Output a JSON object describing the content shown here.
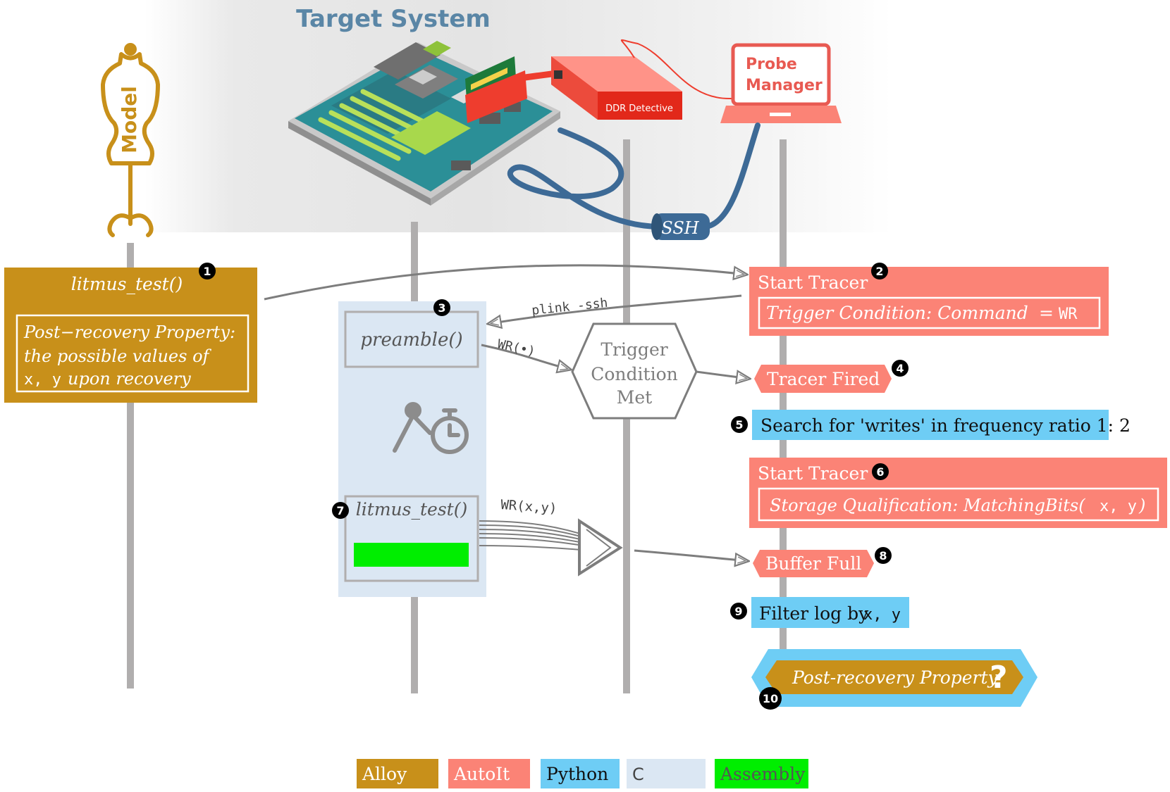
{
  "title": "Target System",
  "actors": {
    "model_label": "Model",
    "probe_manager_line1": "Probe",
    "probe_manager_line2": "Manager",
    "ddr_detective": "DDR Detective",
    "ssh": "SSH"
  },
  "steps": {
    "s1": {
      "num": "1",
      "func": "litmus_test()",
      "prop_line1": "Post−recovery Property:",
      "prop_line2": "the possible values of",
      "prop_line3_vars": "x, y",
      "prop_line3_rest": "upon recovery"
    },
    "s2": {
      "num": "2",
      "label": "Start Tracer",
      "cond_italic": "Trigger Condition: Command",
      "cond_eq": "=",
      "cond_mono": "WR"
    },
    "s3": {
      "num": "3",
      "func": "preamble()",
      "cmd_label": "plink -ssh",
      "write_label": "WR(•)"
    },
    "trigger": {
      "line1": "Trigger",
      "line2": "Condition",
      "line3": "Met"
    },
    "s4": {
      "num": "4",
      "label": "Tracer Fired"
    },
    "s5": {
      "num": "5",
      "label": "Search for 'writes' in frequency ratio 1: 2"
    },
    "s6": {
      "num": "6",
      "label": "Start Tracer",
      "qual_italic": "Storage Qualification: MatchingBits(",
      "qual_mono": "x, y",
      "qual_close": ")"
    },
    "s7": {
      "num": "7",
      "func": "litmus_test()",
      "write_label": "WR(x,y)"
    },
    "s8": {
      "num": "8",
      "label": "Buffer Full"
    },
    "s9": {
      "num": "9",
      "label_pre": "Filter log by",
      "label_vars": "x, y"
    },
    "s10": {
      "num": "10",
      "label": "Post-recovery Property",
      "mark": "?"
    }
  },
  "legend": [
    {
      "label": "Alloy",
      "color": "#c8901a",
      "text_color": "#ffffff"
    },
    {
      "label": "AutoIt",
      "color": "#fb8376",
      "text_color": "#ffffff"
    },
    {
      "label": "Python",
      "color": "#6ecdf5",
      "text_color": "#111111"
    },
    {
      "label": "C",
      "color": "#dbe7f3",
      "text_color": "#444444"
    },
    {
      "label": "Assembly",
      "color": "#00ee00",
      "text_color": "#555555"
    }
  ],
  "colors": {
    "alloy": "#c8901a",
    "autoit": "#fb8376",
    "python": "#6ecdf5",
    "c_lang": "#dbe7f3",
    "assembly": "#00ee00",
    "lifeline": "#b0aeae",
    "cable": "#3d6a96",
    "ddr_red": "#ee3d2e",
    "title_blue": "#5a86a6"
  }
}
